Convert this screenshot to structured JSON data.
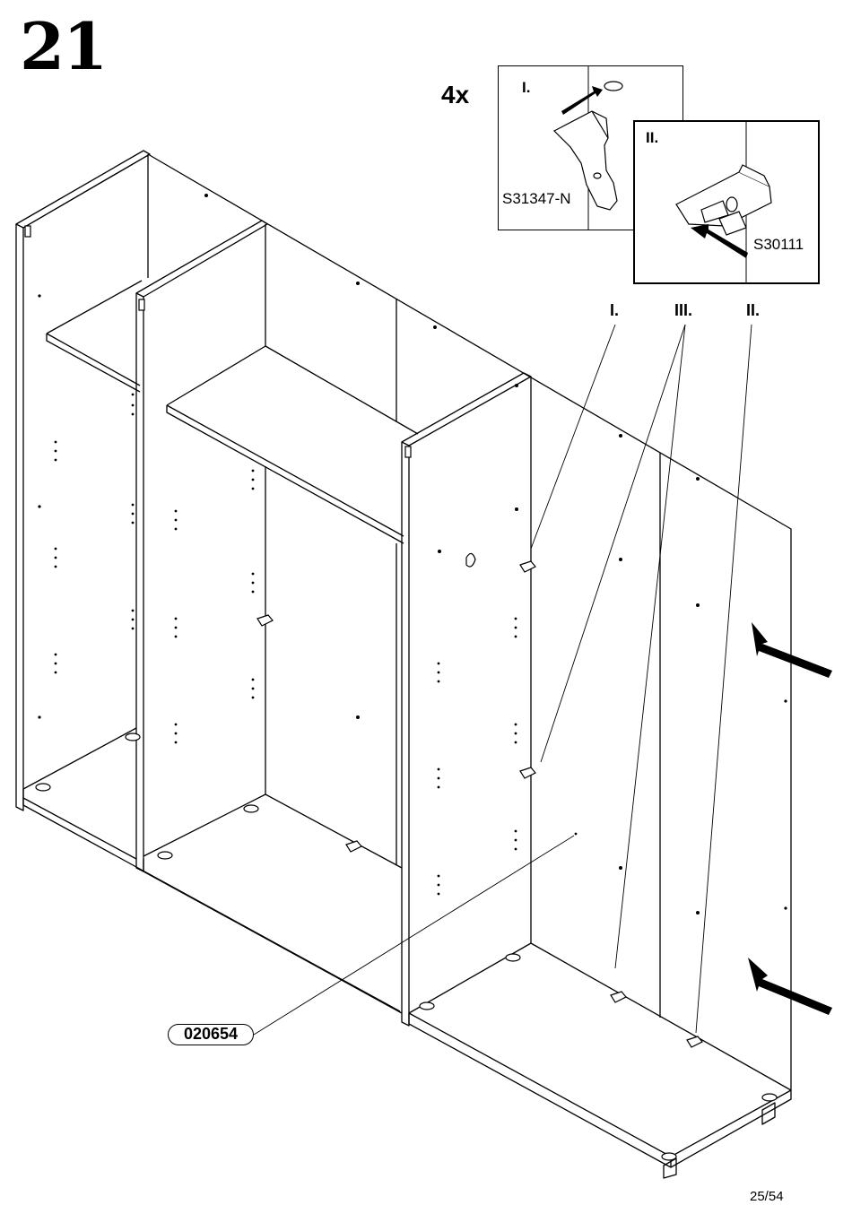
{
  "step": {
    "number": "21"
  },
  "detail": {
    "quantity": "4x",
    "panel_one": {
      "roman": "I.",
      "part_code": "S31347-N"
    },
    "panel_two": {
      "roman": "II.",
      "part_code": "S30111"
    }
  },
  "callouts": {
    "one": "I.",
    "three": "III.",
    "two": "II."
  },
  "part_label": {
    "id": "020654"
  },
  "footer": {
    "page": "25/54"
  }
}
